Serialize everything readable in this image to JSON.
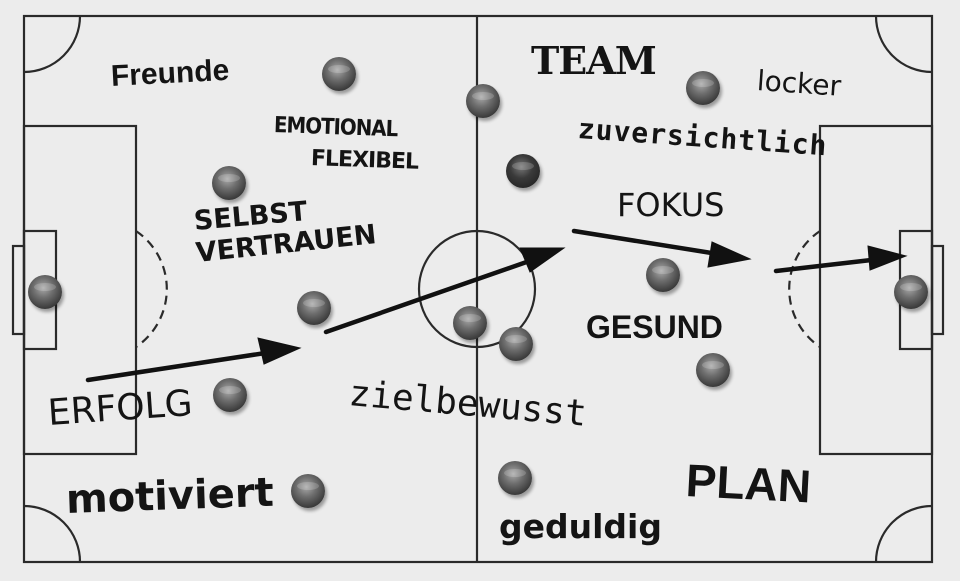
{
  "words": {
    "freunde": "Freunde",
    "emotional": "EMOTIONAL",
    "flexibel": "FLEXIBEL",
    "selbst": "SELBST",
    "vertrauen": "VERTRAUEN",
    "erfolg": "ERFOLG",
    "motiviert": "motiviert",
    "zielbewusst": "zielbewusst",
    "team": "TEAM",
    "locker": "locker",
    "zuversichtlich": "zuversichtlich",
    "fokus": "FOKUS",
    "gesund": "GESUND",
    "plan": "PLAN",
    "geduldig": "geduldig"
  },
  "colors": {
    "field_background": "#ececec",
    "field_lines": "#2a2a2a",
    "arrows": "#111111",
    "text": "#141414"
  }
}
